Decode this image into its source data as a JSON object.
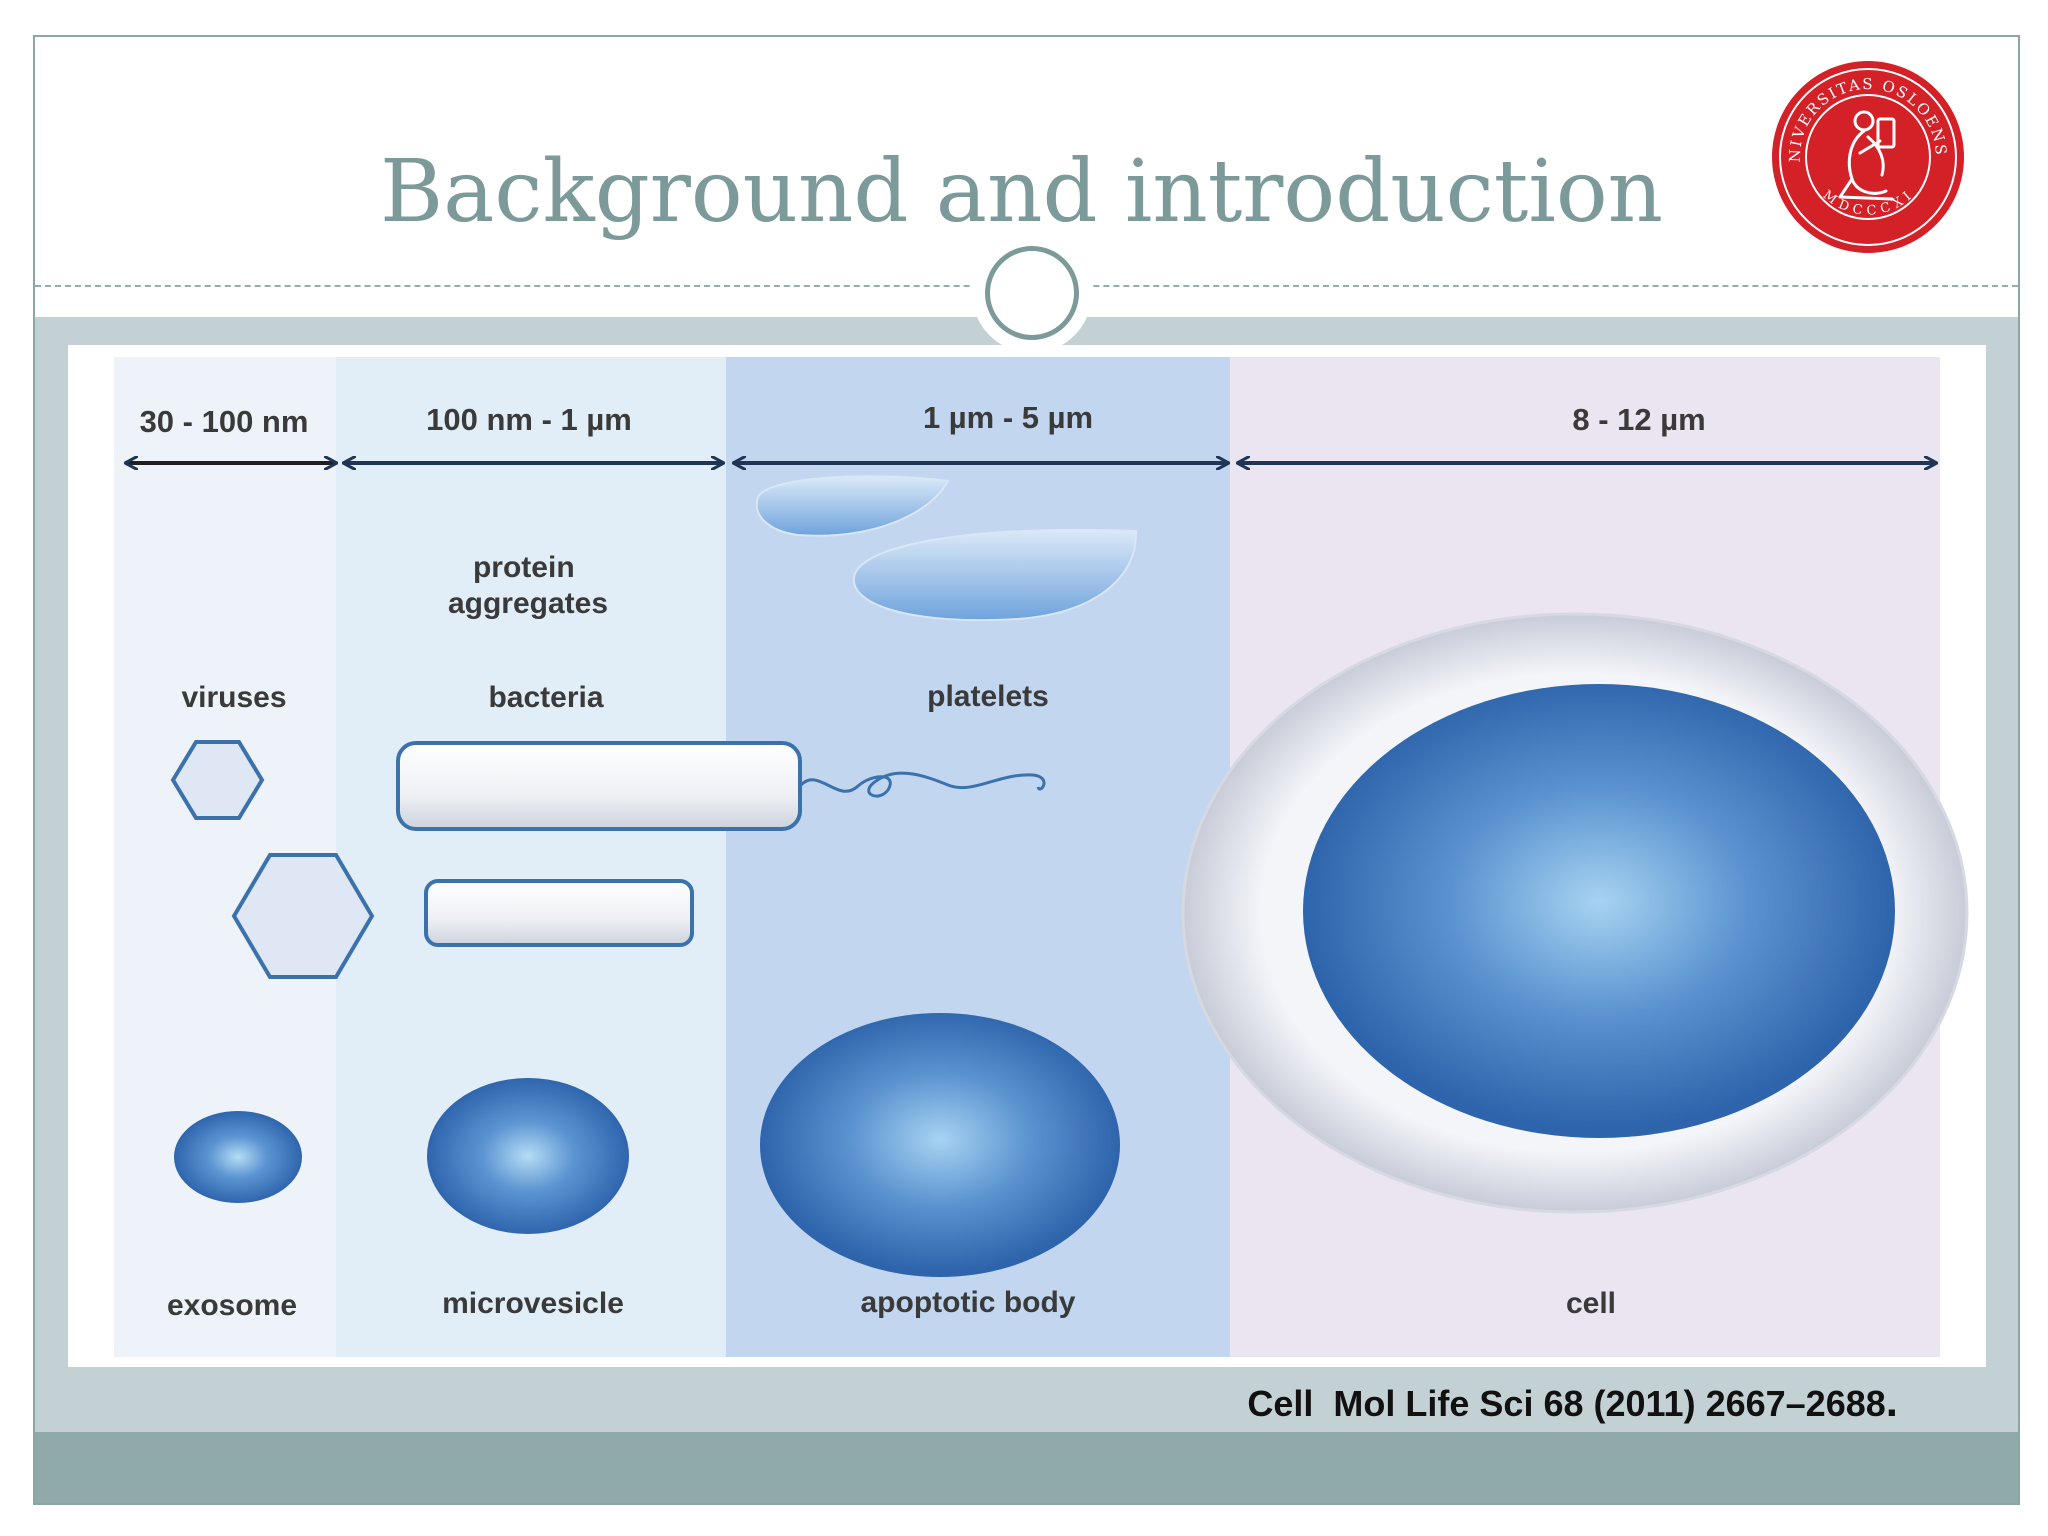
{
  "slide": {
    "title": "Background and introduction",
    "citation": "Cell  Mol Life Sci 68 (2011) 2667–2688",
    "citation_end": "."
  },
  "logo": {
    "icon": "university-of-oslo-seal-icon",
    "text": "UNIVERSITAS OSLOENSIS",
    "year": "MDCCCXI",
    "color": "#d42027"
  },
  "diagram": {
    "size_ranges": [
      "30 - 100 nm",
      "100 nm - 1 µm",
      "1 µm - 5 µm",
      "8 - 12 µm"
    ],
    "particles": {
      "protein_aggregates": "protein\naggregates",
      "viruses": "viruses",
      "bacteria": "bacteria",
      "platelets": "platelets"
    },
    "vesicles": [
      "exosome",
      "microvesicle",
      "apoptotic body",
      "cell"
    ],
    "colors": {
      "blue_core": "#2f65ad",
      "blue_center": "#a7d3f2",
      "outline": "#3b72ac",
      "arrow": "#1f3556"
    }
  }
}
